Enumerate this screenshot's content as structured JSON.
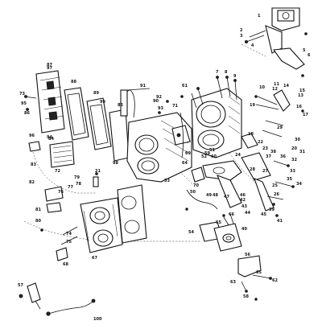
{
  "callouts": [
    {
      "label": "1"
    },
    {
      "label": "2"
    },
    {
      "label": "3"
    },
    {
      "label": "4"
    },
    {
      "label": "5"
    },
    {
      "label": "6"
    },
    {
      "label": "7"
    },
    {
      "label": "8"
    },
    {
      "label": "9"
    },
    {
      "label": "10"
    },
    {
      "label": "11"
    },
    {
      "label": "12"
    },
    {
      "label": "13"
    },
    {
      "label": "14"
    },
    {
      "label": "15"
    },
    {
      "label": "16"
    },
    {
      "label": "17"
    },
    {
      "label": "18"
    },
    {
      "label": "19"
    },
    {
      "label": "20"
    },
    {
      "label": "21"
    },
    {
      "label": "22"
    },
    {
      "label": "23"
    },
    {
      "label": "24"
    },
    {
      "label": "25"
    },
    {
      "label": "26"
    },
    {
      "label": "27"
    },
    {
      "label": "28"
    },
    {
      "label": "29"
    },
    {
      "label": "30"
    },
    {
      "label": "31"
    },
    {
      "label": "32"
    },
    {
      "label": "33"
    },
    {
      "label": "34"
    },
    {
      "label": "35"
    },
    {
      "label": "36"
    },
    {
      "label": "37"
    },
    {
      "label": "38"
    },
    {
      "label": "39"
    },
    {
      "label": "40"
    },
    {
      "label": "41"
    },
    {
      "label": "42"
    },
    {
      "label": "43"
    },
    {
      "label": "44"
    },
    {
      "label": "45"
    },
    {
      "label": "46"
    },
    {
      "label": "47"
    },
    {
      "label": "48"
    },
    {
      "label": "49"
    },
    {
      "label": "50"
    },
    {
      "label": "51"
    },
    {
      "label": "52"
    },
    {
      "label": "53"
    },
    {
      "label": "54"
    },
    {
      "label": "55"
    },
    {
      "label": "56"
    },
    {
      "label": "57"
    },
    {
      "label": "58"
    },
    {
      "label": "59"
    },
    {
      "label": "60"
    },
    {
      "label": "61"
    },
    {
      "label": "62"
    },
    {
      "label": "63"
    },
    {
      "label": "64"
    },
    {
      "label": "65"
    },
    {
      "label": "66"
    },
    {
      "label": "67"
    },
    {
      "label": "68"
    },
    {
      "label": "69"
    },
    {
      "label": "70"
    },
    {
      "label": "71"
    },
    {
      "label": "72"
    },
    {
      "label": "73"
    },
    {
      "label": "74"
    },
    {
      "label": "75"
    },
    {
      "label": "76"
    },
    {
      "label": "77"
    },
    {
      "label": "78"
    },
    {
      "label": "79"
    },
    {
      "label": "80"
    },
    {
      "label": "81"
    },
    {
      "label": "82"
    },
    {
      "label": "83"
    },
    {
      "label": "84"
    },
    {
      "label": "85"
    },
    {
      "label": "86"
    },
    {
      "label": "87"
    },
    {
      "label": "88"
    },
    {
      "label": "89"
    },
    {
      "label": "90"
    },
    {
      "label": "91"
    },
    {
      "label": "92"
    },
    {
      "label": "93"
    },
    {
      "label": "94"
    },
    {
      "label": "95"
    },
    {
      "label": "96"
    },
    {
      "label": "97"
    },
    {
      "label": "98"
    },
    {
      "label": "99"
    },
    {
      "label": "100"
    }
  ]
}
